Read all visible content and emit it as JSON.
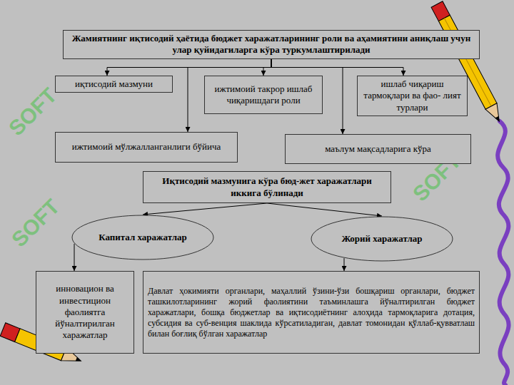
{
  "diagram": {
    "nodes": [
      {
        "text": [
          "Жамиятнинг иқтисодий ҳаётида бюджет харажатларининг роли ва аҳамиятини аниқлаш учун улар қуйидагиларга кўра туркумлаштирилади"
        ]
      },
      {
        "text": [
          "иқтисодий мазмуни"
        ]
      },
      {
        "text": [
          "ижтимоий такрор ишлаб чиқаришдаги роли"
        ]
      },
      {
        "text": [
          "ишлаб чиқариш тармоқлари ва фао- лият турлари"
        ]
      },
      {
        "text": [
          "ижтимоий мўлжалланганлиги бўйича"
        ]
      },
      {
        "text": [
          "маълум мақсадларига кўра"
        ]
      },
      {
        "text": [
          "Иқтисодий мазмунига кўра бюд-жет харажатлари иккига бўлинади"
        ]
      },
      {
        "text": [
          "Капитал харажатлар"
        ]
      },
      {
        "text": [
          "Жорий харажатлар"
        ]
      },
      {
        "text": [
          "инновацион ва инвестицион фаолиятга йўналтирилган харажатлар"
        ]
      },
      {
        "text": [
          "Давлат ҳокимияти органлари, маҳаллий ўзини-ўзи бошқариш органлари, бюджет ташкилотларининг жорий фаолиятини таъминлашга йўналтирилган бюджет харажатлари, бошқа бюджетлар ва иқтисодиётнинг алоҳида тармоқларига дотация, субсидия ва суб-венция шаклида кўрсатиладиган, давлат томонидан қўллаб-қувватлаш билан боғлиқ бўлган харажатлар"
        ]
      }
    ],
    "edges": [
      {
        "from": 0,
        "to": 1,
        "arrow": "to"
      },
      {
        "from": 0,
        "to": 2,
        "arrow": "to"
      },
      {
        "from": 0,
        "to": 3,
        "arrow": "to"
      },
      {
        "from": 0,
        "to": 4,
        "arrow": "to"
      },
      {
        "from": 0,
        "to": 5,
        "arrow": "to"
      },
      {
        "from": 6,
        "to": 7,
        "arrow": "to"
      },
      {
        "from": 6,
        "to": 8,
        "arrow": "to"
      },
      {
        "from": 7,
        "to": 9,
        "arrow": "to"
      },
      {
        "from": 8,
        "to": 10,
        "arrow": "to"
      }
    ],
    "labels": [
      "SOFT",
      "SOFT",
      "SOFT"
    ]
  }
}
